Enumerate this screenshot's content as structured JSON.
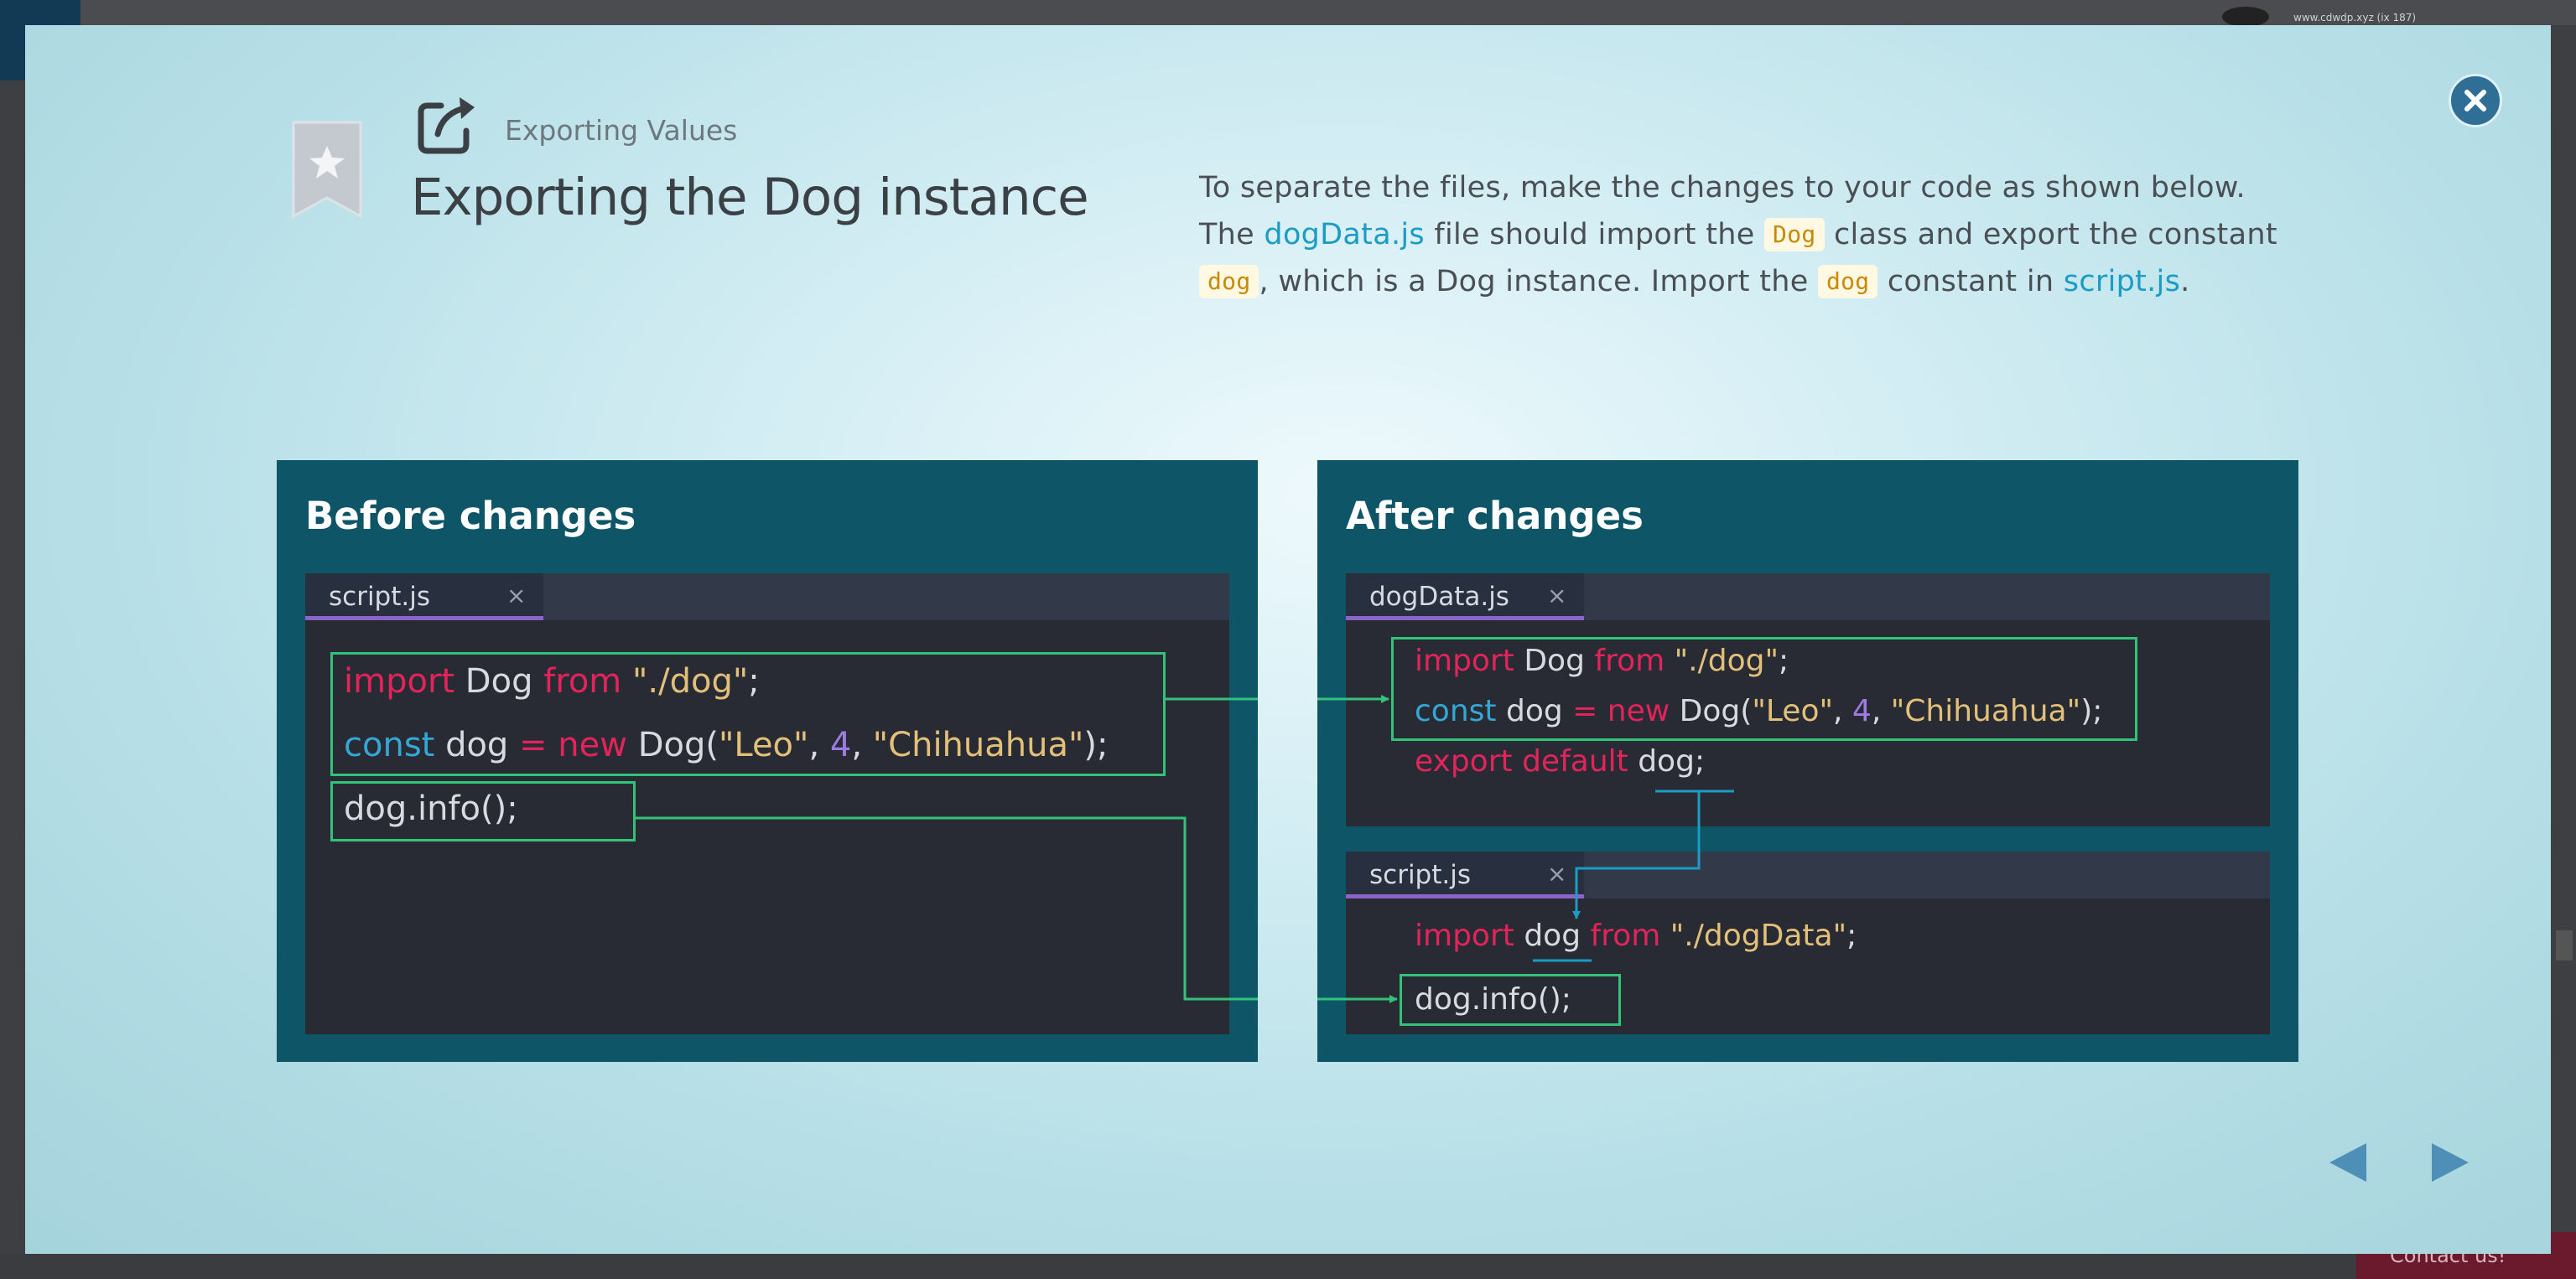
{
  "background_page": {
    "url_text": "www.cdwdp.xyz (ix 187)",
    "contact_label": "Contact us!"
  },
  "modal": {
    "section_label": "Exporting Values",
    "title": "Exporting the Dog instance",
    "description": {
      "p1": "To separate the files, make the changes to your code as shown below. The ",
      "file1": "dogData.js",
      "p2": " file should import the ",
      "code1": "Dog",
      "p3": " class and export the constant ",
      "code2": "dog",
      "p4": ", which is a Dog instance. Import the ",
      "code3": "dog",
      "p5": " constant in ",
      "file2": "script.js",
      "p6": "."
    },
    "icons": {
      "bookmark": "star-bookmark-icon",
      "external": "external-link-icon",
      "close": "close-icon",
      "prev": "triangle-left-icon",
      "next": "triangle-right-icon"
    },
    "colors": {
      "panel_bg": "#0d5567",
      "editor_bg": "#282b33",
      "highlight_box": "#33c27a",
      "arrow_blue": "#1a9cc4",
      "keyword": "#e2245a",
      "string": "#e3c07a"
    }
  },
  "before": {
    "heading": "Before changes",
    "tab": {
      "label": "script.js",
      "close": "×"
    },
    "line1": {
      "import": "import",
      "name": "Dog",
      "from": "from",
      "path": "\"./dog\"",
      "semi": ";"
    },
    "line2": {
      "const": "const",
      "var": "dog",
      "eq": "=",
      "new": "new",
      "cls": "Dog(",
      "a1": "\"Leo\"",
      "c1": ", ",
      "a2": "4",
      "c2": ", ",
      "a3": "\"Chihuahua\"",
      "end": ");"
    },
    "line3": "dog.info();"
  },
  "after": {
    "heading": "After changes",
    "tab1": {
      "label": "dogData.js",
      "close": "×"
    },
    "line1": {
      "import": "import",
      "name": "Dog",
      "from": "from",
      "path": "\"./dog\"",
      "semi": ";"
    },
    "line2": {
      "const": "const",
      "var": "dog",
      "eq": "=",
      "new": "new",
      "cls": "Dog(",
      "a1": "\"Leo\"",
      "c1": ", ",
      "a2": "4",
      "c2": ", ",
      "a3": "\"Chihuahua\"",
      "end": ");"
    },
    "line3": {
      "export": "export",
      "default": "default",
      "var": "dog",
      "semi": ";"
    },
    "tab2": {
      "label": "script.js",
      "close": "×"
    },
    "line4": {
      "import": "import",
      "var": "dog",
      "from": "from",
      "path": "\"./dogData\"",
      "semi": ";"
    },
    "line5": "dog.info();"
  }
}
